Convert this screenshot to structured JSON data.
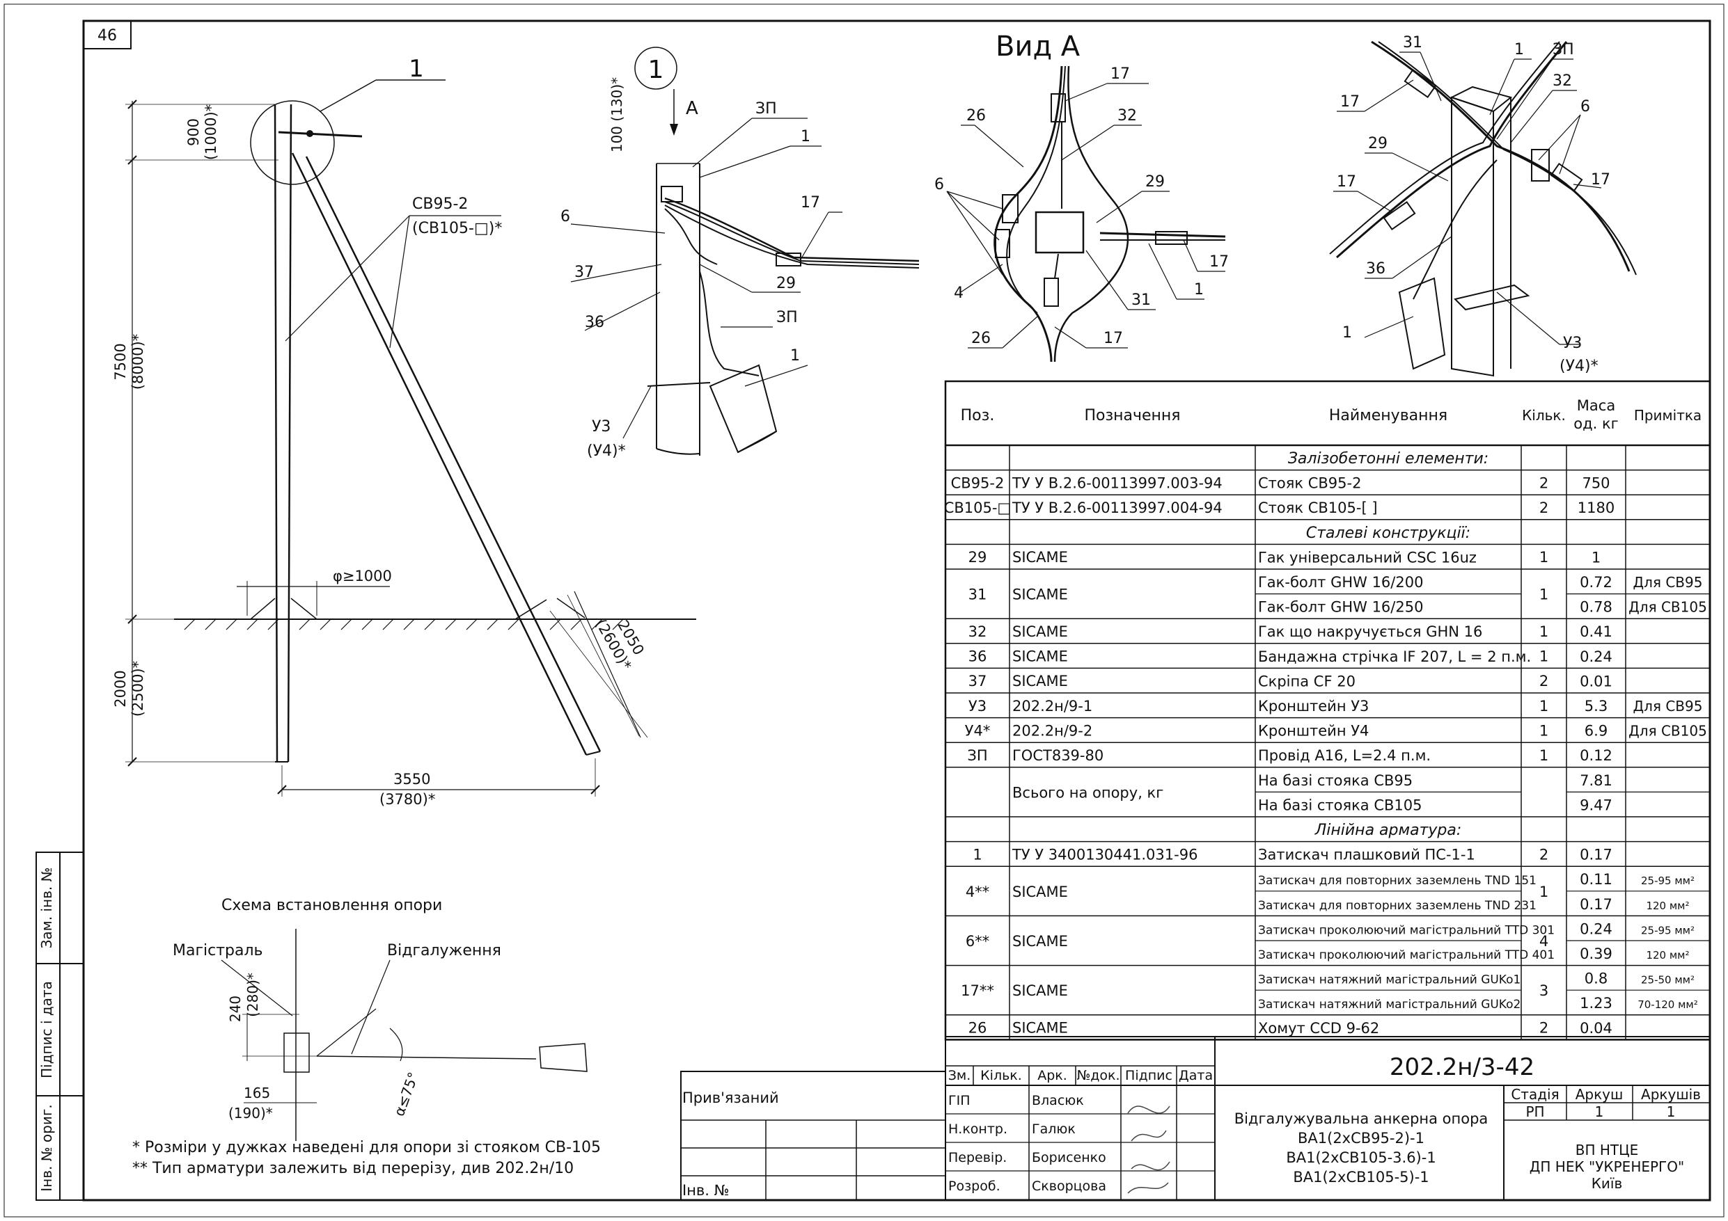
{
  "sheet_number": "46",
  "view_title": "Вид А",
  "callout_1": "1",
  "arrow_label": "A",
  "pole_label_main": "СВ95-2",
  "pole_label_alt": "(СВ105-□)*",
  "dims": {
    "d900": "900",
    "d1000": "(1000)*",
    "d7500": "7500",
    "d8000": "(8000)*",
    "d2000": "2000",
    "d2500": "(2500)*",
    "d3550": "3550",
    "d3780": "(3780)*",
    "d2050": "2050",
    "d2600": "(2600)*",
    "phi": "φ≥1000",
    "d100": "100 (130)*",
    "d240": "240",
    "d280": "(280)*",
    "d165": "165",
    "d190": "(190)*",
    "angle": "α≤75°"
  },
  "detail_labels": {
    "zp": "ЗП",
    "u3": "У3",
    "u4": "(У4)*",
    "n1": "1",
    "n4": "4",
    "n6": "6",
    "n17": "17",
    "n26": "26",
    "n29": "29",
    "n31": "31",
    "n32": "32",
    "n36": "36",
    "n37": "37"
  },
  "scheme": {
    "title": "Схема встановлення опори",
    "main": "Магістраль",
    "branch": "Відгалуження"
  },
  "notes": [
    "* Розміри у дужках наведені для опори зі стояком СВ-105",
    "** Тип арматури залежить від перерізу, див 202.2н/10"
  ],
  "spec_headers": [
    "Поз.",
    "Позначення",
    "Найменування",
    "Кільк.",
    "Маса од. кг",
    "Примітка"
  ],
  "spec_rows": [
    {
      "type": "section",
      "name": "Залізобетонні елементи:"
    },
    {
      "pos": "СВ95-2",
      "des": "ТУ У В.2.6-00113997.003-94",
      "name": "Стояк СВ95-2",
      "qty": "2",
      "mass": "750",
      "note": ""
    },
    {
      "pos": "СВ105-□",
      "des": "ТУ У В.2.6-00113997.004-94",
      "name": "Стояк СВ105-[    ]",
      "qty": "2",
      "mass": "1180",
      "note": ""
    },
    {
      "type": "section",
      "name": "Сталеві конструкції:"
    },
    {
      "pos": "29",
      "des": "SICAME",
      "name": "Гак універсальний CSC 16uz",
      "qty": "1",
      "mass": "1",
      "note": ""
    },
    {
      "pos": "31",
      "des": "SICAME",
      "name": "Гак-болт GHW 16/200",
      "qty": "1",
      "mass": "0.72",
      "note": "Для СВ95",
      "span": 2
    },
    {
      "cont": true,
      "name": "Гак-болт GHW 16/250",
      "mass": "0.78",
      "note": "Для СВ105"
    },
    {
      "pos": "32",
      "des": "SICAME",
      "name": "Гак що накручується GHN 16",
      "qty": "1",
      "mass": "0.41",
      "note": ""
    },
    {
      "pos": "36",
      "des": "SICAME",
      "name": "Бандажна стрічка IF 207, L = 2 п.м.",
      "qty": "1",
      "mass": "0.24",
      "note": ""
    },
    {
      "pos": "37",
      "des": "SICAME",
      "name": "Скріпа CF 20",
      "qty": "2",
      "mass": "0.01",
      "note": ""
    },
    {
      "pos": "У3",
      "des": "202.2н/9-1",
      "name": "Кронштейн У3",
      "qty": "1",
      "mass": "5.3",
      "note": "Для СВ95"
    },
    {
      "pos": "У4*",
      "des": "202.2н/9-2",
      "name": "Кронштейн У4",
      "qty": "1",
      "mass": "6.9",
      "note": "Для СВ105"
    },
    {
      "pos": "ЗП",
      "des": "ГОСТ839-80",
      "name": "Провід А16, L=2.4 п.м.",
      "qty": "1",
      "mass": "0.12",
      "note": ""
    },
    {
      "pos": "",
      "des": "Всього на опору, кг",
      "name": "На базі стояка СВ95",
      "qty": "",
      "mass": "7.81",
      "note": "",
      "span": 2
    },
    {
      "cont": true,
      "name": "На базі стояка СВ105",
      "mass": "9.47",
      "note": ""
    },
    {
      "type": "section",
      "name": "Лінійна арматура:"
    },
    {
      "pos": "1",
      "des": "ТУ У 3400130441.031-96",
      "name": "Затискач плашковий ПС-1-1",
      "qty": "2",
      "mass": "0.17",
      "note": ""
    },
    {
      "pos": "4**",
      "des": "SICAME",
      "name": "Затискач для повторних заземлень TND 151",
      "qty": "1",
      "mass": "0.11",
      "note": "25-95 мм²",
      "span": 2,
      "small": true
    },
    {
      "cont": true,
      "name": "Затискач для повторних заземлень TND 231",
      "mass": "0.17",
      "note": "120 мм²",
      "small": true
    },
    {
      "pos": "6**",
      "des": "SICAME",
      "name": "Затискач проколюючий магістральний TTD 301",
      "qty": "4",
      "mass": "0.24",
      "note": "25-95 мм²",
      "span": 2,
      "small": true
    },
    {
      "cont": true,
      "name": "Затискач проколюючий магістральний TTD 401",
      "mass": "0.39",
      "note": "120 мм²",
      "small": true
    },
    {
      "pos": "17**",
      "des": "SICAME",
      "name": "Затискач натяжний магістральний GUKo1",
      "qty": "3",
      "mass": "0.8",
      "note": "25-50 мм²",
      "span": 2,
      "small": true
    },
    {
      "cont": true,
      "name": "Затискач натяжний магістральний GUKo2",
      "mass": "1.23",
      "note": "70-120 мм²",
      "small": true
    },
    {
      "pos": "26",
      "des": "SICAME",
      "name": "Хомут CCD 9-62",
      "qty": "2",
      "mass": "0.04",
      "note": ""
    }
  ],
  "title_block": {
    "code": "202.2н/3-42",
    "attached": "Прив'язаний",
    "inv": "Інв. №",
    "rev_headers": [
      "Зм.",
      "Кільк.",
      "Арк.",
      "№док.",
      "Підпис",
      "Дата"
    ],
    "roles": [
      {
        "role": "ГІП",
        "name": "Власюк"
      },
      {
        "role": "Н.контр.",
        "name": "Галюк"
      },
      {
        "role": "Перевір.",
        "name": "Борисенко"
      },
      {
        "role": "Розроб.",
        "name": "Скворцова"
      }
    ],
    "description": [
      "Відгалужувальна анкерна опора",
      "ВА1(2хСВ95-2)-1",
      "ВА1(2хСВ105-3.6)-1",
      "ВА1(2хСВ105-5)-1"
    ],
    "stage_headers": [
      "Стадія",
      "Аркуш",
      "Аркушів"
    ],
    "stage_values": [
      "РП",
      "1",
      "1"
    ],
    "org": [
      "ВП НТЦЕ",
      "ДП НЕК \"УКРЕНЕРГО\"",
      "Київ"
    ]
  },
  "side_labels": [
    "Зам. інв. №",
    "Підпис і дата",
    "Інв. № ориг."
  ]
}
